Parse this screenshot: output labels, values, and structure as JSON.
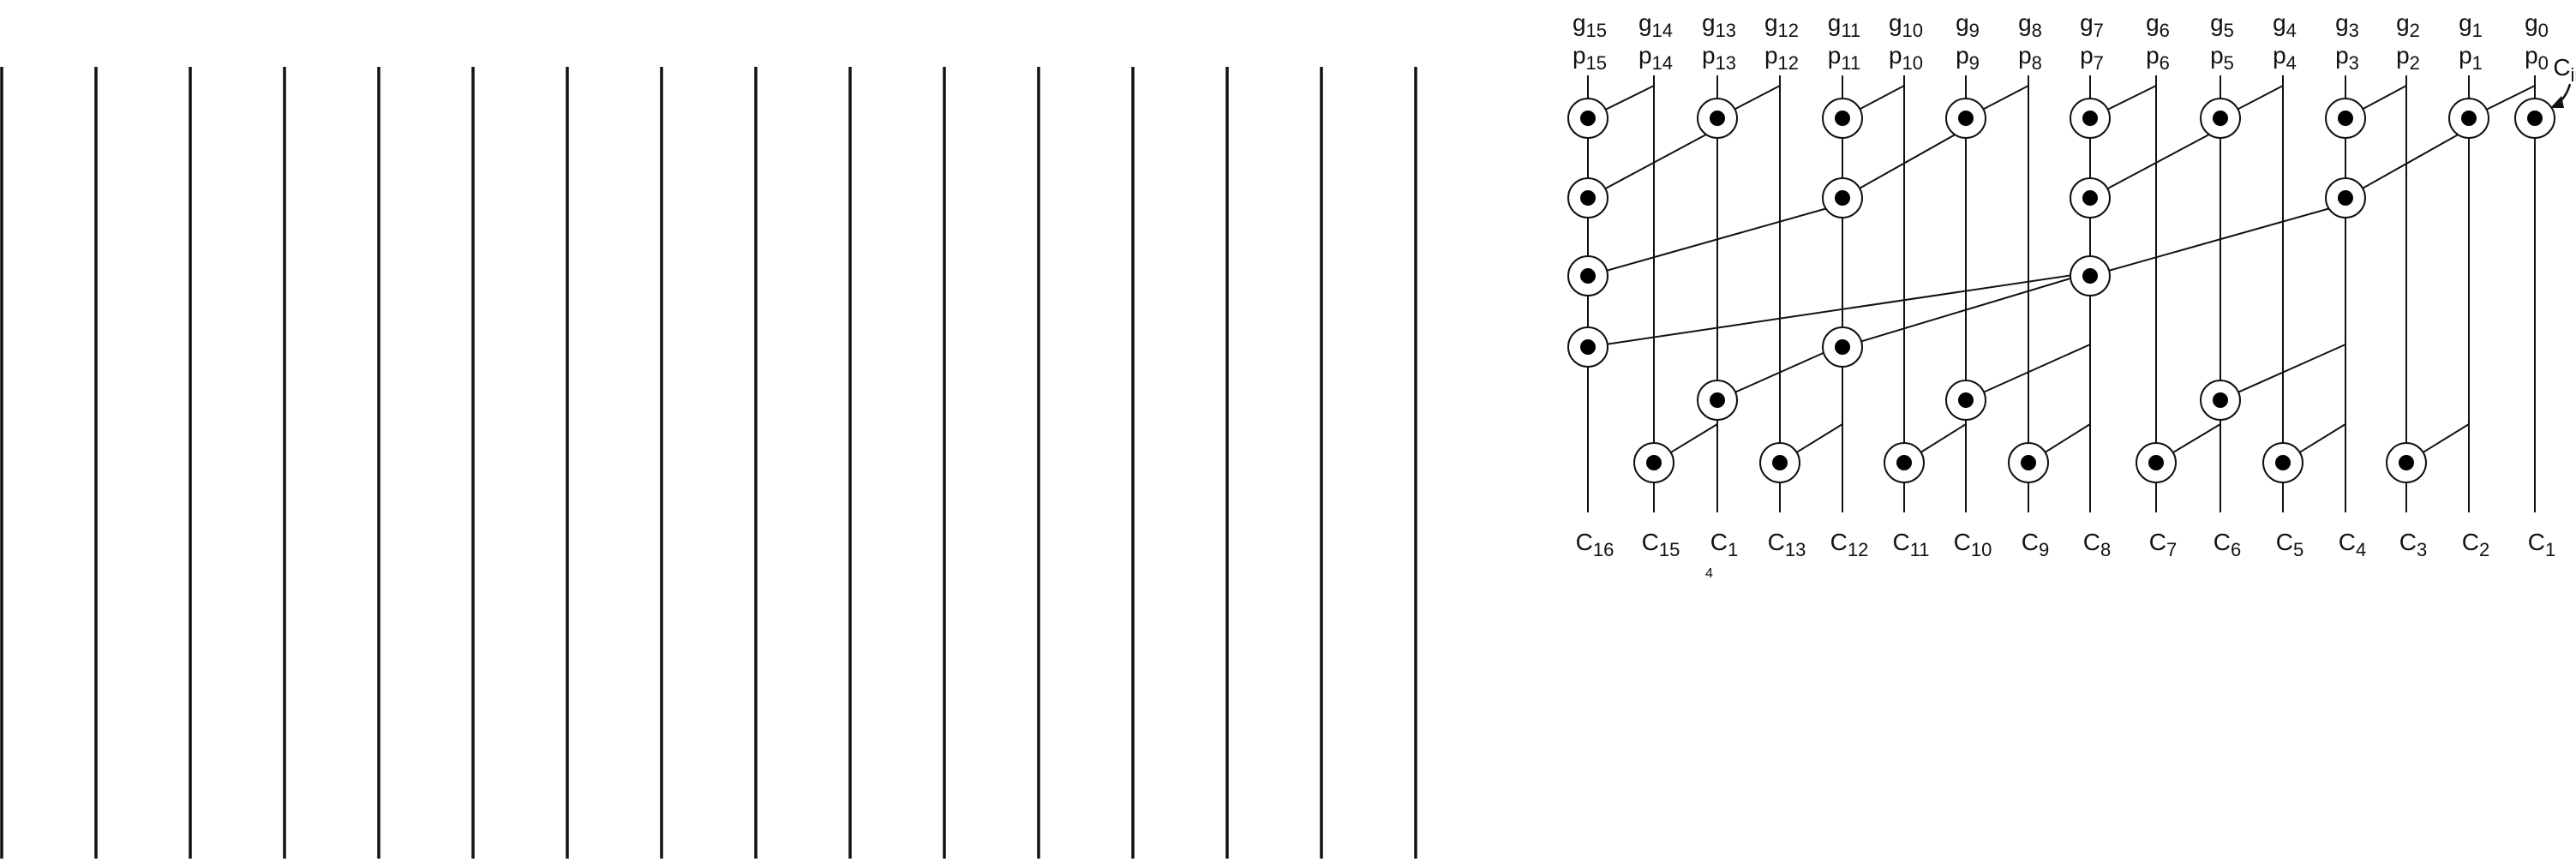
{
  "diagram": {
    "bit_columns": [
      {
        "bit": 15,
        "g": "g",
        "g_sub": "15",
        "p": "p",
        "p_sub": "15",
        "c": "C",
        "c_sub": "16"
      },
      {
        "bit": 14,
        "g": "g",
        "g_sub": "14",
        "p": "p",
        "p_sub": "14",
        "c": "C",
        "c_sub": "15"
      },
      {
        "bit": 13,
        "g": "g",
        "g_sub": "13",
        "p": "p",
        "p_sub": "13",
        "c": "C",
        "c_sub": "1",
        "c_note": "4"
      },
      {
        "bit": 12,
        "g": "g",
        "g_sub": "12",
        "p": "p",
        "p_sub": "12",
        "c": "C",
        "c_sub": "13"
      },
      {
        "bit": 11,
        "g": "g",
        "g_sub": "11",
        "p": "p",
        "p_sub": "11",
        "c": "C",
        "c_sub": "12"
      },
      {
        "bit": 10,
        "g": "g",
        "g_sub": "10",
        "p": "p",
        "p_sub": "10",
        "c": "C",
        "c_sub": "11"
      },
      {
        "bit": 9,
        "g": "g",
        "g_sub": "9",
        "p": "p",
        "p_sub": "9",
        "c": "C",
        "c_sub": "10"
      },
      {
        "bit": 8,
        "g": "g",
        "g_sub": "8",
        "p": "p",
        "p_sub": "8",
        "c": "C",
        "c_sub": "9"
      },
      {
        "bit": 7,
        "g": "g",
        "g_sub": "7",
        "p": "p",
        "p_sub": "7",
        "c": "C",
        "c_sub": "8"
      },
      {
        "bit": 6,
        "g": "g",
        "g_sub": "6",
        "p": "p",
        "p_sub": "6",
        "c": "C",
        "c_sub": "7"
      },
      {
        "bit": 5,
        "g": "g",
        "g_sub": "5",
        "p": "p",
        "p_sub": "5",
        "c": "C",
        "c_sub": "6"
      },
      {
        "bit": 4,
        "g": "g",
        "g_sub": "4",
        "p": "p",
        "p_sub": "4",
        "c": "C",
        "c_sub": "5"
      },
      {
        "bit": 3,
        "g": "g",
        "g_sub": "3",
        "p": "p",
        "p_sub": "3",
        "c": "C",
        "c_sub": "4"
      },
      {
        "bit": 2,
        "g": "g",
        "g_sub": "2",
        "p": "p",
        "p_sub": "2",
        "c": "C",
        "c_sub": "3"
      },
      {
        "bit": 1,
        "g": "g",
        "g_sub": "1",
        "p": "p",
        "p_sub": "1",
        "c": "C",
        "c_sub": "2"
      },
      {
        "bit": 0,
        "g": "g",
        "g_sub": "0",
        "p": "p",
        "p_sub": "0",
        "c": "C",
        "c_sub": "1"
      }
    ],
    "cin_label": {
      "main": "C",
      "sub": "in"
    },
    "nodes": [
      {
        "bit": 15,
        "level": 1
      },
      {
        "bit": 13,
        "level": 1
      },
      {
        "bit": 11,
        "level": 1
      },
      {
        "bit": 9,
        "level": 1
      },
      {
        "bit": 7,
        "level": 1
      },
      {
        "bit": 5,
        "level": 1
      },
      {
        "bit": 3,
        "level": 1
      },
      {
        "bit": 1,
        "level": 1
      },
      {
        "bit": 0,
        "level": 1
      },
      {
        "bit": 15,
        "level": 2
      },
      {
        "bit": 11,
        "level": 2
      },
      {
        "bit": 7,
        "level": 2
      },
      {
        "bit": 3,
        "level": 2
      },
      {
        "bit": 15,
        "level": 3
      },
      {
        "bit": 7,
        "level": 3
      },
      {
        "bit": 15,
        "level": 4
      },
      {
        "bit": 11,
        "level": 4
      },
      {
        "bit": 13,
        "level": 5
      },
      {
        "bit": 9,
        "level": 5
      },
      {
        "bit": 5,
        "level": 5
      },
      {
        "bit": 14,
        "level": 6
      },
      {
        "bit": 12,
        "level": 6
      },
      {
        "bit": 10,
        "level": 6
      },
      {
        "bit": 8,
        "level": 6
      },
      {
        "bit": 6,
        "level": 6
      },
      {
        "bit": 4,
        "level": 6
      },
      {
        "bit": 2,
        "level": 6
      }
    ],
    "links": [
      {
        "from_bit": 14,
        "to_bit": 15,
        "level": 1
      },
      {
        "from_bit": 12,
        "to_bit": 13,
        "level": 1
      },
      {
        "from_bit": 10,
        "to_bit": 11,
        "level": 1
      },
      {
        "from_bit": 8,
        "to_bit": 9,
        "level": 1
      },
      {
        "from_bit": 6,
        "to_bit": 7,
        "level": 1
      },
      {
        "from_bit": 4,
        "to_bit": 5,
        "level": 1
      },
      {
        "from_bit": 2,
        "to_bit": 3,
        "level": 1
      },
      {
        "from_bit": 0,
        "to_bit": 1,
        "level": 1
      },
      {
        "from_bit": 13,
        "to_bit": 15,
        "level": 2
      },
      {
        "from_bit": 9,
        "to_bit": 11,
        "level": 2
      },
      {
        "from_bit": 5,
        "to_bit": 7,
        "level": 2
      },
      {
        "from_bit": 1,
        "to_bit": 3,
        "level": 2
      },
      {
        "from_bit": 11,
        "to_bit": 15,
        "level": 3
      },
      {
        "from_bit": 3,
        "to_bit": 7,
        "level": 3
      },
      {
        "from_bit": 7,
        "to_bit": 15,
        "level": 4
      },
      {
        "from_bit": 7,
        "to_bit": 11,
        "level": 4
      },
      {
        "from_bit": 11,
        "to_bit": 13,
        "level": 5
      },
      {
        "from_bit": 7,
        "to_bit": 9,
        "level": 5
      },
      {
        "from_bit": 3,
        "to_bit": 5,
        "level": 5
      },
      {
        "from_bit": 13,
        "to_bit": 14,
        "level": 6
      },
      {
        "from_bit": 11,
        "to_bit": 12,
        "level": 6
      },
      {
        "from_bit": 9,
        "to_bit": 10,
        "level": 6
      },
      {
        "from_bit": 7,
        "to_bit": 8,
        "level": 6
      },
      {
        "from_bit": 5,
        "to_bit": 6,
        "level": 6
      },
      {
        "from_bit": 3,
        "to_bit": 4,
        "level": 6
      },
      {
        "from_bit": 1,
        "to_bit": 2,
        "level": 6
      }
    ],
    "left_panel": {
      "vertical_line_count": 16
    }
  }
}
